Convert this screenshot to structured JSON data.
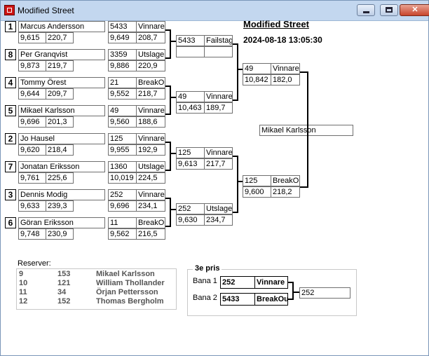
{
  "window": {
    "title": "Modified Street"
  },
  "header": {
    "title": "Modified Street",
    "datetime": "2024-08-18 13:05:30"
  },
  "round1": [
    {
      "seed": "1",
      "name": "Marcus Andersson",
      "s1": "9,615",
      "s2": "220,7"
    },
    {
      "seed": "8",
      "name": "Per Granqvist",
      "s1": "9,873",
      "s2": "219,7"
    },
    {
      "seed": "4",
      "name": "Tommy Örest",
      "s1": "9,644",
      "s2": "209,7"
    },
    {
      "seed": "5",
      "name": "Mikael Karlsson",
      "s1": "9,696",
      "s2": "201,3"
    },
    {
      "seed": "2",
      "name": "Jo Hausel",
      "s1": "9,620",
      "s2": "218,4"
    },
    {
      "seed": "7",
      "name": "Jonatan Eriksson",
      "s1": "9,761",
      "s2": "225,6"
    },
    {
      "seed": "3",
      "name": "Dennis Modig",
      "s1": "9,633",
      "s2": "239,3"
    },
    {
      "seed": "6",
      "name": "Göran Eriksson",
      "s1": "9,748",
      "s2": "230,9"
    }
  ],
  "round1_results": [
    {
      "num": "5433",
      "status": "Vinnare",
      "t1": "9,649",
      "t2": "208,7"
    },
    {
      "num": "3359",
      "status": "Utslagen",
      "t1": "9,886",
      "t2": "220,9"
    },
    {
      "num": "21",
      "status": "BreakOut",
      "t1": "9,552",
      "t2": "218,7"
    },
    {
      "num": "49",
      "status": "Vinnare",
      "t1": "9,560",
      "t2": "188,6"
    },
    {
      "num": "125",
      "status": "Vinnare",
      "t1": "9,955",
      "t2": "192,9"
    },
    {
      "num": "1360",
      "status": "Utslagen",
      "t1": "10,019",
      "t2": "224,5"
    },
    {
      "num": "252",
      "status": "Vinnare",
      "t1": "9,696",
      "t2": "234,1"
    },
    {
      "num": "11",
      "status": "BreakOut",
      "t1": "9,562",
      "t2": "216,5"
    }
  ],
  "round2": [
    {
      "num": "5433",
      "status": "Failstage",
      "t1": "",
      "t2": ""
    },
    {
      "num": "49",
      "status": "Vinnare",
      "t1": "10,463",
      "t2": "189,7"
    },
    {
      "num": "125",
      "status": "Vinnare",
      "t1": "9,613",
      "t2": "217,7"
    },
    {
      "num": "252",
      "status": "Utslagen",
      "t1": "9,630",
      "t2": "234,7"
    }
  ],
  "semis": [
    {
      "num": "49",
      "status": "Vinnare",
      "t1": "10,842",
      "t2": "182,0"
    },
    {
      "num": "125",
      "status": "BreakOut",
      "t1": "9,600",
      "t2": "218,2"
    }
  ],
  "winner": "Mikael Karlsson",
  "reserves": {
    "label": "Reserver:",
    "rows": [
      {
        "pos": "9",
        "num": "153",
        "name": "Mikael Karlsson"
      },
      {
        "pos": "10",
        "num": "121",
        "name": "William Thollander"
      },
      {
        "pos": "11",
        "num": "34",
        "name": "Örjan Pettersson"
      },
      {
        "pos": "12",
        "num": "152",
        "name": "Thomas  Bergholm"
      }
    ]
  },
  "third_place": {
    "label": "3e pris",
    "bana1_label": "Bana 1",
    "bana2_label": "Bana 2",
    "bana1_num": "252",
    "bana1_status": "Vinnare",
    "bana2_num": "5433",
    "bana2_status": "BreakOut",
    "result": "252"
  }
}
